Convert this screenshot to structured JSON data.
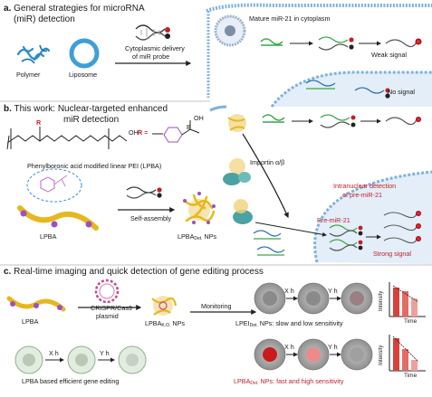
{
  "panel_a": {
    "letter": "a.",
    "title_line1": "General strategies for microRNA",
    "title_line2": "(miR) detection",
    "polymer": "Polymer",
    "liposome": "Liposome",
    "delivery_line1": "Cytoplasmic delivery",
    "delivery_line2": "of miR probe",
    "mature": "Mature miR-21 in cytoplasm",
    "weak": "Weak signal",
    "no_signal": "No signal"
  },
  "panel_b": {
    "letter": "b.",
    "title_line1": "This work: Nuclear-targeted enhanced",
    "title_line2": "miR detection",
    "r_label": "R",
    "r_eq": "R =",
    "oh_label": "OH",
    "boron_b": "B",
    "boron_oh": "OH",
    "lpba_full": "Phenylboronic acid modified linear PEI (LPBA)",
    "lpba": "LPBA",
    "self_assembly": "Self-assembly",
    "nps_prefix": "LPBA",
    "nps_sub": "Det.",
    "nps_suffix": " NPs",
    "importin": "Importin α/β",
    "intranuclear_line1": "Intranuclear detection",
    "intranuclear_line2": "of pre-miR-21",
    "pre_mir": "Pre-miR-21",
    "strong": "Strong signal"
  },
  "panel_c": {
    "letter": "c.",
    "title": "Real-time imaging and quick detection of gene editing process",
    "lpba": "LPBA",
    "crispr_line1": "CRISPR/Cas9",
    "crispr_line2": "plasmid",
    "ko_prefix": "LPBA",
    "ko_sub": "K.O.",
    "ko_suffix": " NPs",
    "monitoring": "Monitoring",
    "x_h": "X h",
    "y_h": "Y h",
    "efficient": "LPBA based efficient gene editing",
    "lpei_prefix": "LPEI",
    "lpei_sub": "Det.",
    "lpei_suffix": " NPs: slow and low sensitivity",
    "lpba_fast_prefix": "LPBA",
    "lpba_fast_sub": "Det.",
    "lpba_fast_suffix": " NPs: fast and high sensitivity",
    "intensity": "Intensity",
    "time": "Time"
  },
  "colors": {
    "red": "#c0202a",
    "green": "#3aa64a",
    "blue": "#1f6fb5",
    "yellow": "#e6b81e",
    "purple": "#9b4fc2",
    "teal": "#4aa3a2",
    "nucleus": "#e3eef8"
  }
}
